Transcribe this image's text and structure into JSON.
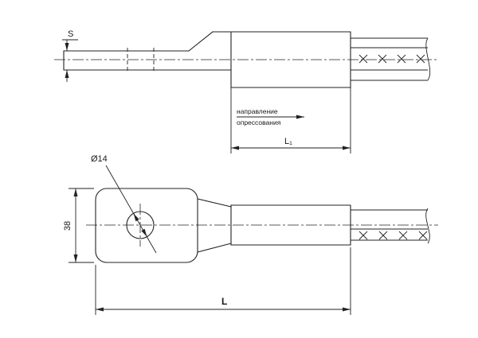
{
  "drawing": {
    "side_view": {
      "thickness_label": "S",
      "crimp_note_line1": "направление",
      "crimp_note_line2": "опрессования",
      "barrel_length_label": "L₁"
    },
    "plan_view": {
      "hole_diameter_label": "Ø14",
      "width_label": "38",
      "overall_length_label": "L"
    },
    "colors": {
      "line": "#222222",
      "background": "#ffffff"
    }
  }
}
